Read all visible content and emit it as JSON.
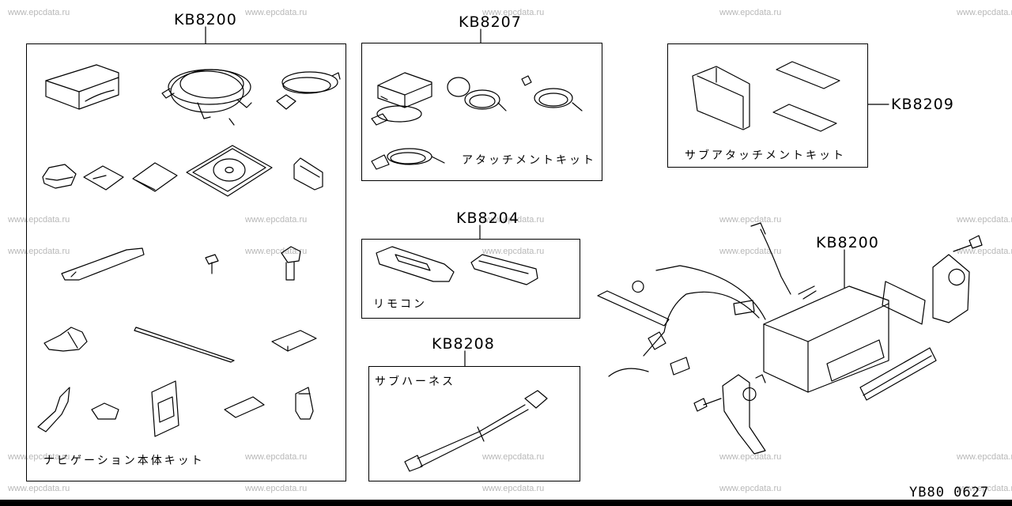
{
  "watermarks": [
    "www.epcdata.ru"
  ],
  "kits": {
    "nav_main": {
      "code": "KB8200",
      "caption": "ナビゲーション本体キット"
    },
    "attachment": {
      "code": "KB8207",
      "caption": "アタッチメントキット"
    },
    "sub_attachment": {
      "code": "KB8209",
      "caption": "サブアタッチメントキット"
    },
    "remote": {
      "code": "KB8204",
      "caption": "リモコン"
    },
    "sub_harness": {
      "code": "KB8208",
      "caption": "サブハーネス"
    },
    "assembly": {
      "code": "KB8200"
    }
  },
  "diagram_ref": "YB80 0627"
}
